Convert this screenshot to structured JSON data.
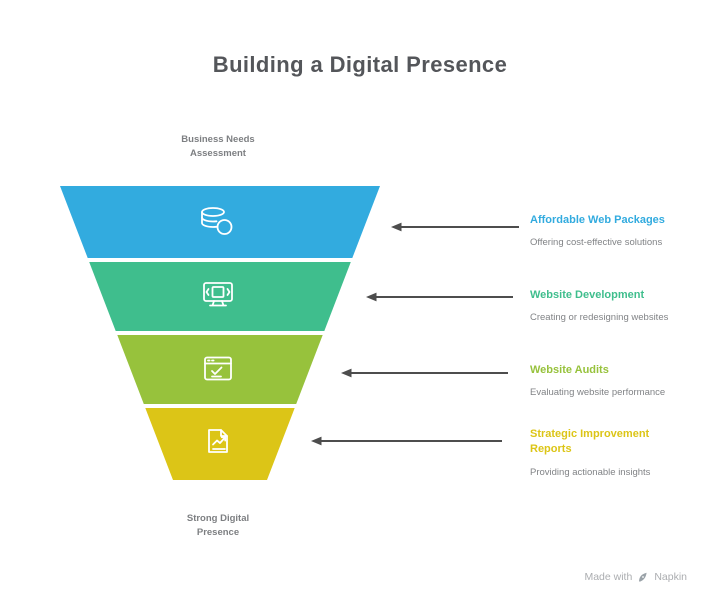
{
  "title": "Building a Digital Presence",
  "funnel": {
    "top_label": "Business Needs Assessment",
    "bottom_label": "Strong Digital Presence",
    "stages": [
      {
        "label": "Affordable Web Packages",
        "description": "Offering cost-effective solutions",
        "color": "#32ABDF",
        "icon": "coins-icon"
      },
      {
        "label": "Website Development",
        "description": "Creating or redesigning websites",
        "color": "#3FBE8D",
        "icon": "monitor-carousel-icon"
      },
      {
        "label": "Website Audits",
        "description": "Evaluating website performance",
        "color": "#97C23C",
        "icon": "browser-checklist-icon"
      },
      {
        "label": "Strategic Improvement Reports",
        "description": "Providing actionable insights",
        "color": "#DCC517",
        "icon": "report-document-icon"
      }
    ]
  },
  "arrow_color": "#4D4D4D",
  "footer": {
    "made_with": "Made with",
    "brand": "Napkin"
  }
}
